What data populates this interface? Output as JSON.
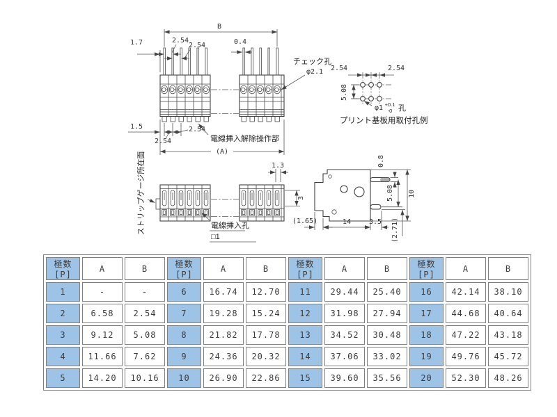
{
  "drawing": {
    "front_view": {
      "dim_b": "B",
      "pitch_top_1": "2.54",
      "pitch_top_2": "2.54",
      "dim_left_offset": "1.7",
      "dim_pin_width": "0.4",
      "check_hole_label": "チェック孔",
      "check_hole_dia": "φ2.1",
      "dim_bottom_offset": "1.5",
      "pitch_bottom_1": "2.54",
      "pitch_bottom_2": "2.54",
      "release_label": "電線挿入解除操作部",
      "dim_a": "(A)"
    },
    "pcb_view": {
      "pitch_h_left": "2.54",
      "pitch_h_right": "2.54",
      "pitch_v": "5.08",
      "hole_dia": "φ1",
      "hole_tol_upper": "+0.1",
      "hole_tol_lower": "-0",
      "hole_suffix": "孔",
      "caption": "プリント基板用取付孔例"
    },
    "plan_view": {
      "strip_gauge_label": "ストリップゲージ所在面",
      "dim_1_3": "1.3",
      "dim_3": "3",
      "wire_hole_label": "電線挿入孔",
      "wire_hole_size": "□1"
    },
    "side_view": {
      "dim_0_8": "0.8",
      "dim_5_08": "5.08",
      "dim_10": "10",
      "dim_1_65": "(1.65)",
      "dim_14": "14",
      "dim_3_5": "3.5",
      "dim_2_71": "(2.71)"
    }
  },
  "table": {
    "colors": {
      "header_bg": "#9dc3e6",
      "border": "#7f7f7f"
    },
    "header": [
      "極数[P]",
      "A",
      "B",
      "極数[P]",
      "A",
      "B",
      "極数[P]",
      "A",
      "B",
      "極数[P]",
      "A",
      "B"
    ],
    "rows": [
      [
        "1",
        "-",
        "-",
        "6",
        "16.74",
        "12.70",
        "11",
        "29.44",
        "25.40",
        "16",
        "42.14",
        "38.10"
      ],
      [
        "2",
        "6.58",
        "2.54",
        "7",
        "19.28",
        "15.24",
        "12",
        "31.98",
        "27.94",
        "17",
        "44.68",
        "40.64"
      ],
      [
        "3",
        "9.12",
        "5.08",
        "8",
        "21.82",
        "17.78",
        "13",
        "34.52",
        "30.48",
        "18",
        "47.22",
        "43.18"
      ],
      [
        "4",
        "11.66",
        "7.62",
        "9",
        "24.36",
        "20.32",
        "14",
        "37.06",
        "33.02",
        "19",
        "49.76",
        "45.72"
      ],
      [
        "5",
        "14.20",
        "10.16",
        "10",
        "26.90",
        "22.86",
        "15",
        "39.60",
        "35.56",
        "20",
        "52.30",
        "48.26"
      ]
    ]
  }
}
